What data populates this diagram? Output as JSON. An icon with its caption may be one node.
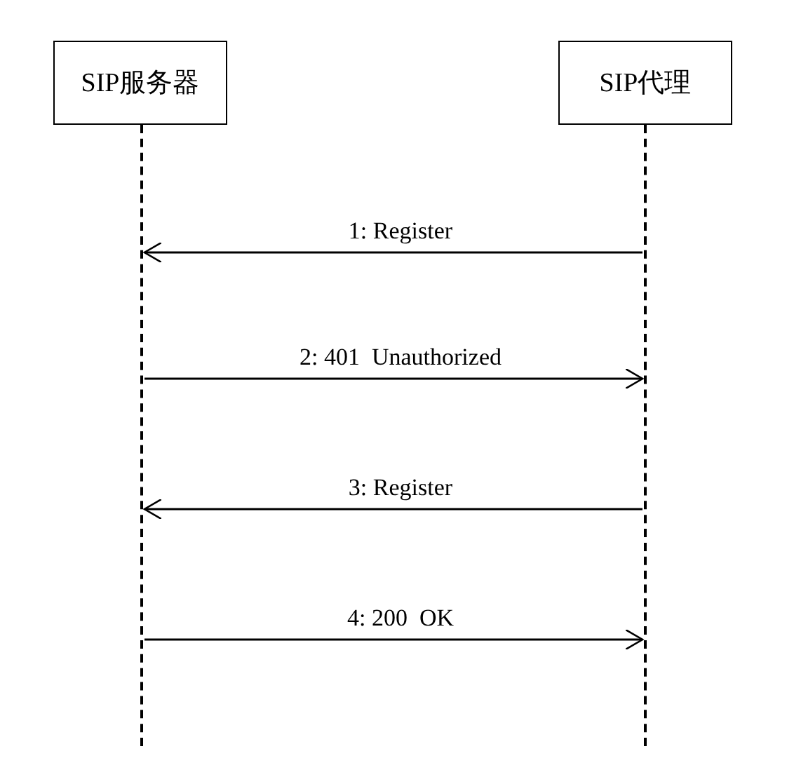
{
  "diagram": {
    "nodes": [
      {
        "text": [
          "SIP服务器"
        ]
      },
      {
        "text": [
          "SIP代理"
        ]
      },
      {
        "text": [],
        "shape": "line"
      },
      {
        "text": [],
        "shape": "line"
      }
    ],
    "edges": [
      {
        "from": 3,
        "to": 2,
        "arrow": "to",
        "label": "1: Register"
      },
      {
        "from": 2,
        "to": 3,
        "arrow": "to",
        "label": "2: 401  Unauthorized"
      },
      {
        "from": 3,
        "to": 2,
        "arrow": "to",
        "label": "3: Register"
      },
      {
        "from": 2,
        "to": 3,
        "arrow": "to",
        "label": "4: 200  OK"
      }
    ]
  }
}
